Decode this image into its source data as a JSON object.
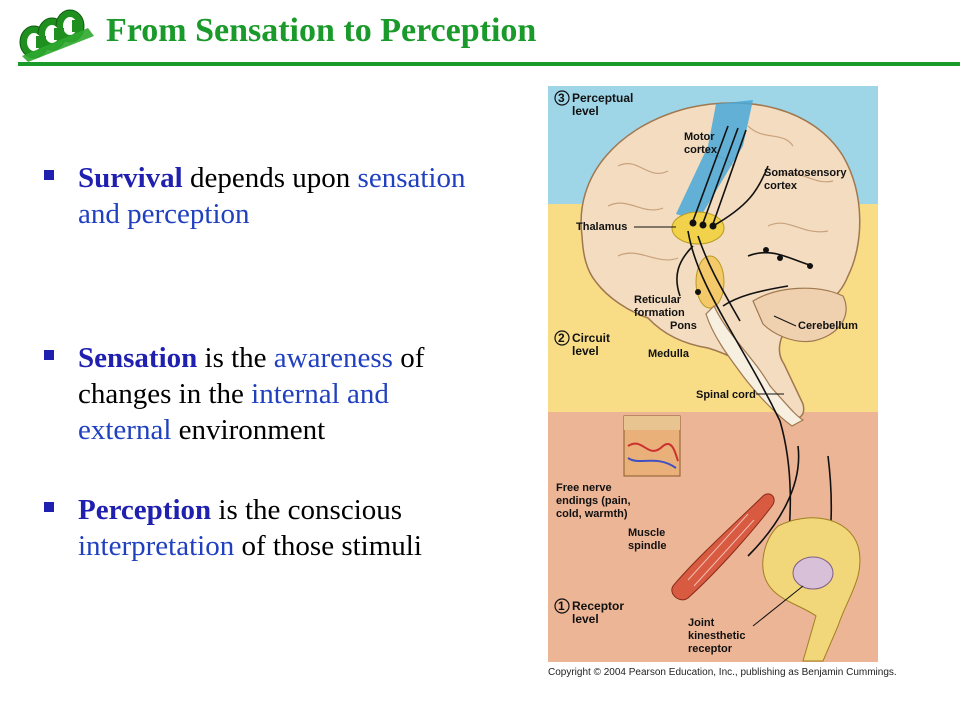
{
  "header": {
    "title": "From Sensation to Perception"
  },
  "bullets": [
    {
      "parts": [
        {
          "text": "Survival",
          "style": "key"
        },
        {
          "text": " depends upon ",
          "style": "plain"
        },
        {
          "text": "sensation and perception",
          "style": "blue"
        }
      ]
    },
    {
      "parts": [
        {
          "text": "Sensation",
          "style": "key"
        },
        {
          "text": " is the ",
          "style": "plain"
        },
        {
          "text": "awareness",
          "style": "blue"
        },
        {
          "text": " of changes in the ",
          "style": "plain"
        },
        {
          "text": "internal and external",
          "style": "blue"
        },
        {
          "text": " environment",
          "style": "plain"
        }
      ]
    },
    {
      "parts": [
        {
          "text": "Perception",
          "style": "key"
        },
        {
          "text": " is the conscious ",
          "style": "plain"
        },
        {
          "text": "interpretation",
          "style": "blue"
        },
        {
          "text": " of those stimuli",
          "style": "plain"
        }
      ]
    }
  ],
  "figure": {
    "levels": {
      "perceptual": {
        "num": "3",
        "line1": "Perceptual",
        "line2": "level"
      },
      "circuit": {
        "num": "2",
        "line1": "Circuit",
        "line2": "level"
      },
      "receptor": {
        "num": "1",
        "line1": "Receptor",
        "line2": "level"
      }
    },
    "labels": {
      "motor1": "Motor",
      "motor2": "cortex",
      "soma1": "Somatosensory",
      "soma2": "cortex",
      "thalamus": "Thalamus",
      "reticular1": "Reticular",
      "reticular2": "formation",
      "pons": "Pons",
      "cerebellum": "Cerebellum",
      "medulla": "Medulla",
      "spinal": "Spinal cord",
      "free1": "Free nerve",
      "free2": "endings (pain,",
      "free3": "cold, warmth)",
      "muscle1": "Muscle",
      "muscle2": "spindle",
      "joint1": "Joint",
      "joint2": "kinesthetic",
      "joint3": "receptor"
    },
    "colors": {
      "top_band": "#9ed6e8",
      "middle_band": "#f8dc86",
      "bottom_band": "#ecb595"
    },
    "copyright": "Copyright © 2004 Pearson Education, Inc., publishing as Benjamin Cummings."
  }
}
